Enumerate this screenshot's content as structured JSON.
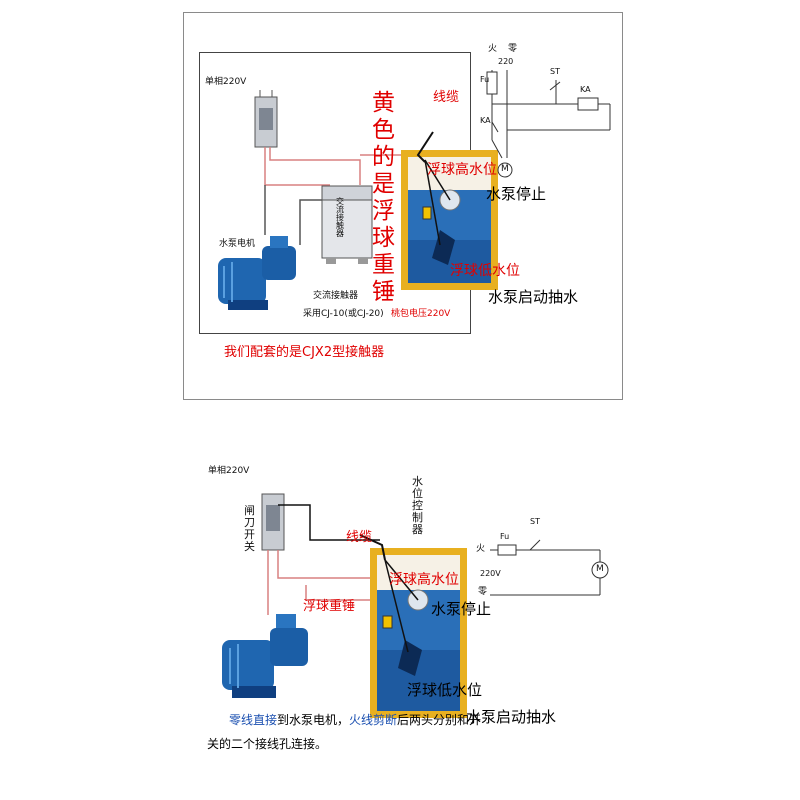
{
  "top": {
    "single_phase": "单相220V",
    "pump_motor": "水泵电机",
    "contactor_label": "交流接触器",
    "contactor_model": "采用CJ-10(或CJ-20)",
    "float_voltage": "桃包电压220V",
    "contactor_box_text": "交流接触器",
    "cable": "线缆",
    "vertical_label": "黄色的是浮球重锤",
    "float_high": "浮球高水位",
    "float_low": "浮球低水位",
    "pump_stop": "水泵停止",
    "pump_start": "水泵启动抽水",
    "note": "我们配套的是CJX2型接触器",
    "schematic": {
      "live": "火",
      "neutral": "零",
      "voltage": "220",
      "fuse": "Fu",
      "switch": "ST",
      "relay": "KA",
      "relay_contact": "KA",
      "motor": "M"
    }
  },
  "bottom": {
    "single_phase": "单相220V",
    "knife_switch": "闸刀开关",
    "level_controller": "水位控制器",
    "cable": "线缆",
    "float_weight": "浮球重锤",
    "float_high": "浮球高水位",
    "float_low": "浮球低水位",
    "pump_stop": "水泵停止",
    "pump_start": "水泵启动抽水",
    "note_part1": "零线直接",
    "note_part2": "到水泵电机，",
    "note_part3": "火线剪断",
    "note_part4": "后两头分别和开",
    "note_line2": "关的二个接线孔连接。",
    "schematic": {
      "live": "火",
      "neutral": "零",
      "voltage": "220V",
      "fuse": "Fu",
      "switch": "ST",
      "motor": "M"
    }
  },
  "colors": {
    "label_red": "#e00000",
    "tank_yellow": "#e8b020",
    "water_blue": "#2a6fb8",
    "pump_blue": "#1f66b0",
    "note_blue": "#1a4fb0",
    "wire_red": "#d88080"
  }
}
